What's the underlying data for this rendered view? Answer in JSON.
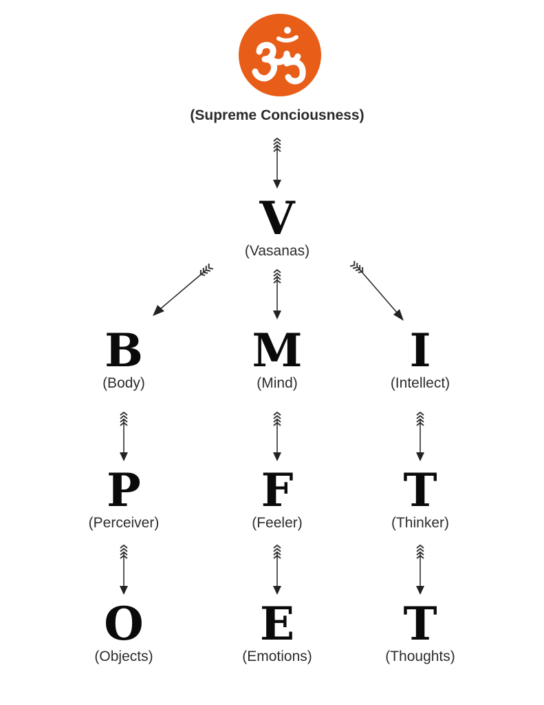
{
  "root": {
    "icon": "om-icon",
    "label": "(Supreme Conciousness)",
    "color": "#e85d17"
  },
  "vasanas": {
    "letter": "V",
    "label": "(Vasanas)"
  },
  "columns": [
    {
      "top": {
        "letter": "B",
        "label": "(Body)"
      },
      "middle": {
        "letter": "P",
        "label": "(Perceiver)"
      },
      "bottom": {
        "letter": "O",
        "label": "(Objects)"
      }
    },
    {
      "top": {
        "letter": "M",
        "label": "(Mind)"
      },
      "middle": {
        "letter": "F",
        "label": "(Feeler)"
      },
      "bottom": {
        "letter": "E",
        "label": "(Emotions)"
      }
    },
    {
      "top": {
        "letter": "I",
        "label": "(Intellect)"
      },
      "middle": {
        "letter": "T",
        "label": "(Thinker)"
      },
      "bottom": {
        "letter": "T",
        "label": "(Thoughts)"
      }
    }
  ]
}
